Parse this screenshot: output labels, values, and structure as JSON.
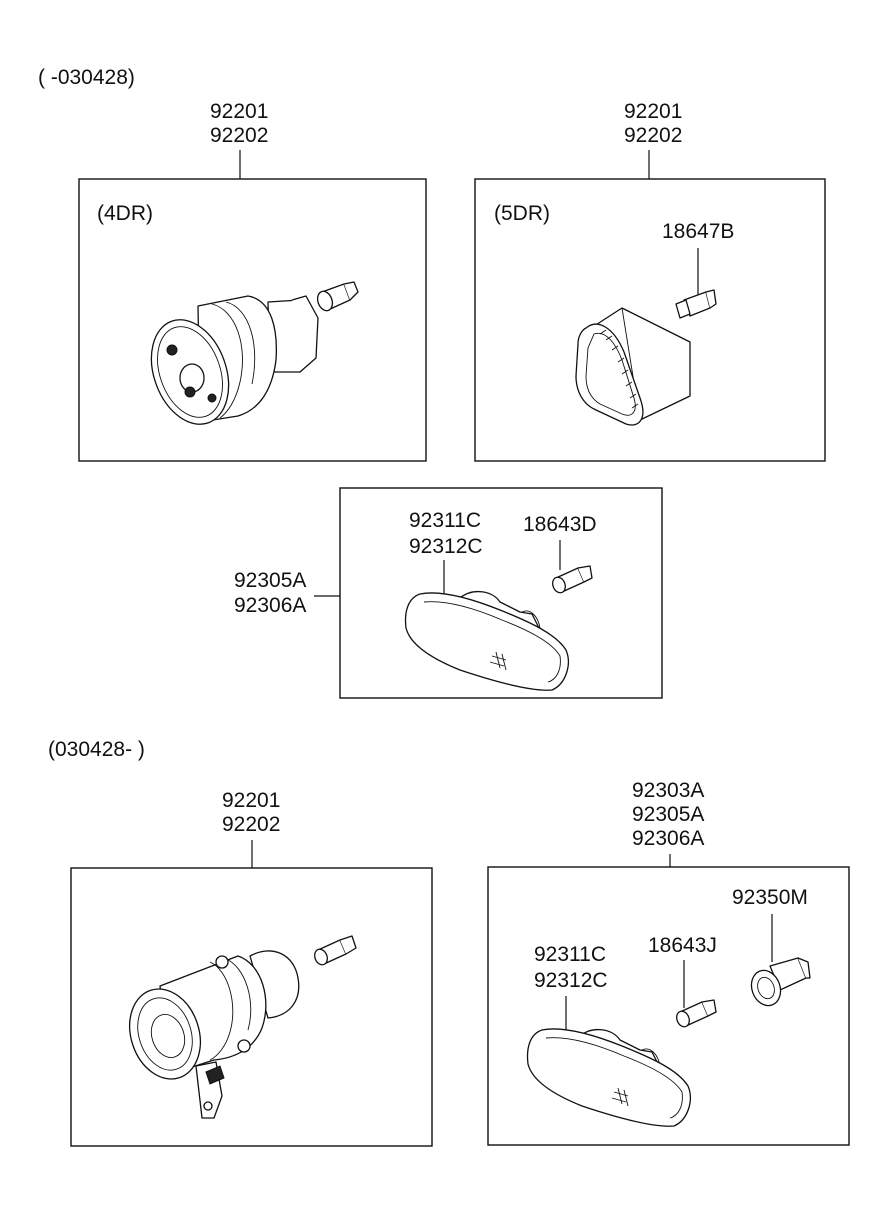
{
  "sections": {
    "early": "( -030428)",
    "late": "(030428- )"
  },
  "labels": {
    "a1": "92201",
    "a2": "92202",
    "b1": "92201",
    "b2": "92202",
    "box4dr": "(4DR)",
    "box5dr": "(5DR)",
    "bulb5dr": "18647B",
    "c1": "92311C",
    "c2": "92312C",
    "cbulb": "18643D",
    "c3": "92305A",
    "c4": "92306A",
    "d1": "92201",
    "d2": "92202",
    "e1": "92303A",
    "e2": "92305A",
    "e3": "92306A",
    "e4": "92350M",
    "e5": "18643J",
    "e6": "92311C",
    "e7": "92312C"
  },
  "icons": [
    "fog-lamp-4dr",
    "bulb",
    "fog-lamp-5dr",
    "bulb-socket",
    "side-repeater-lamp",
    "wedge-bulb",
    "projector-fog-lamp",
    "socket"
  ]
}
